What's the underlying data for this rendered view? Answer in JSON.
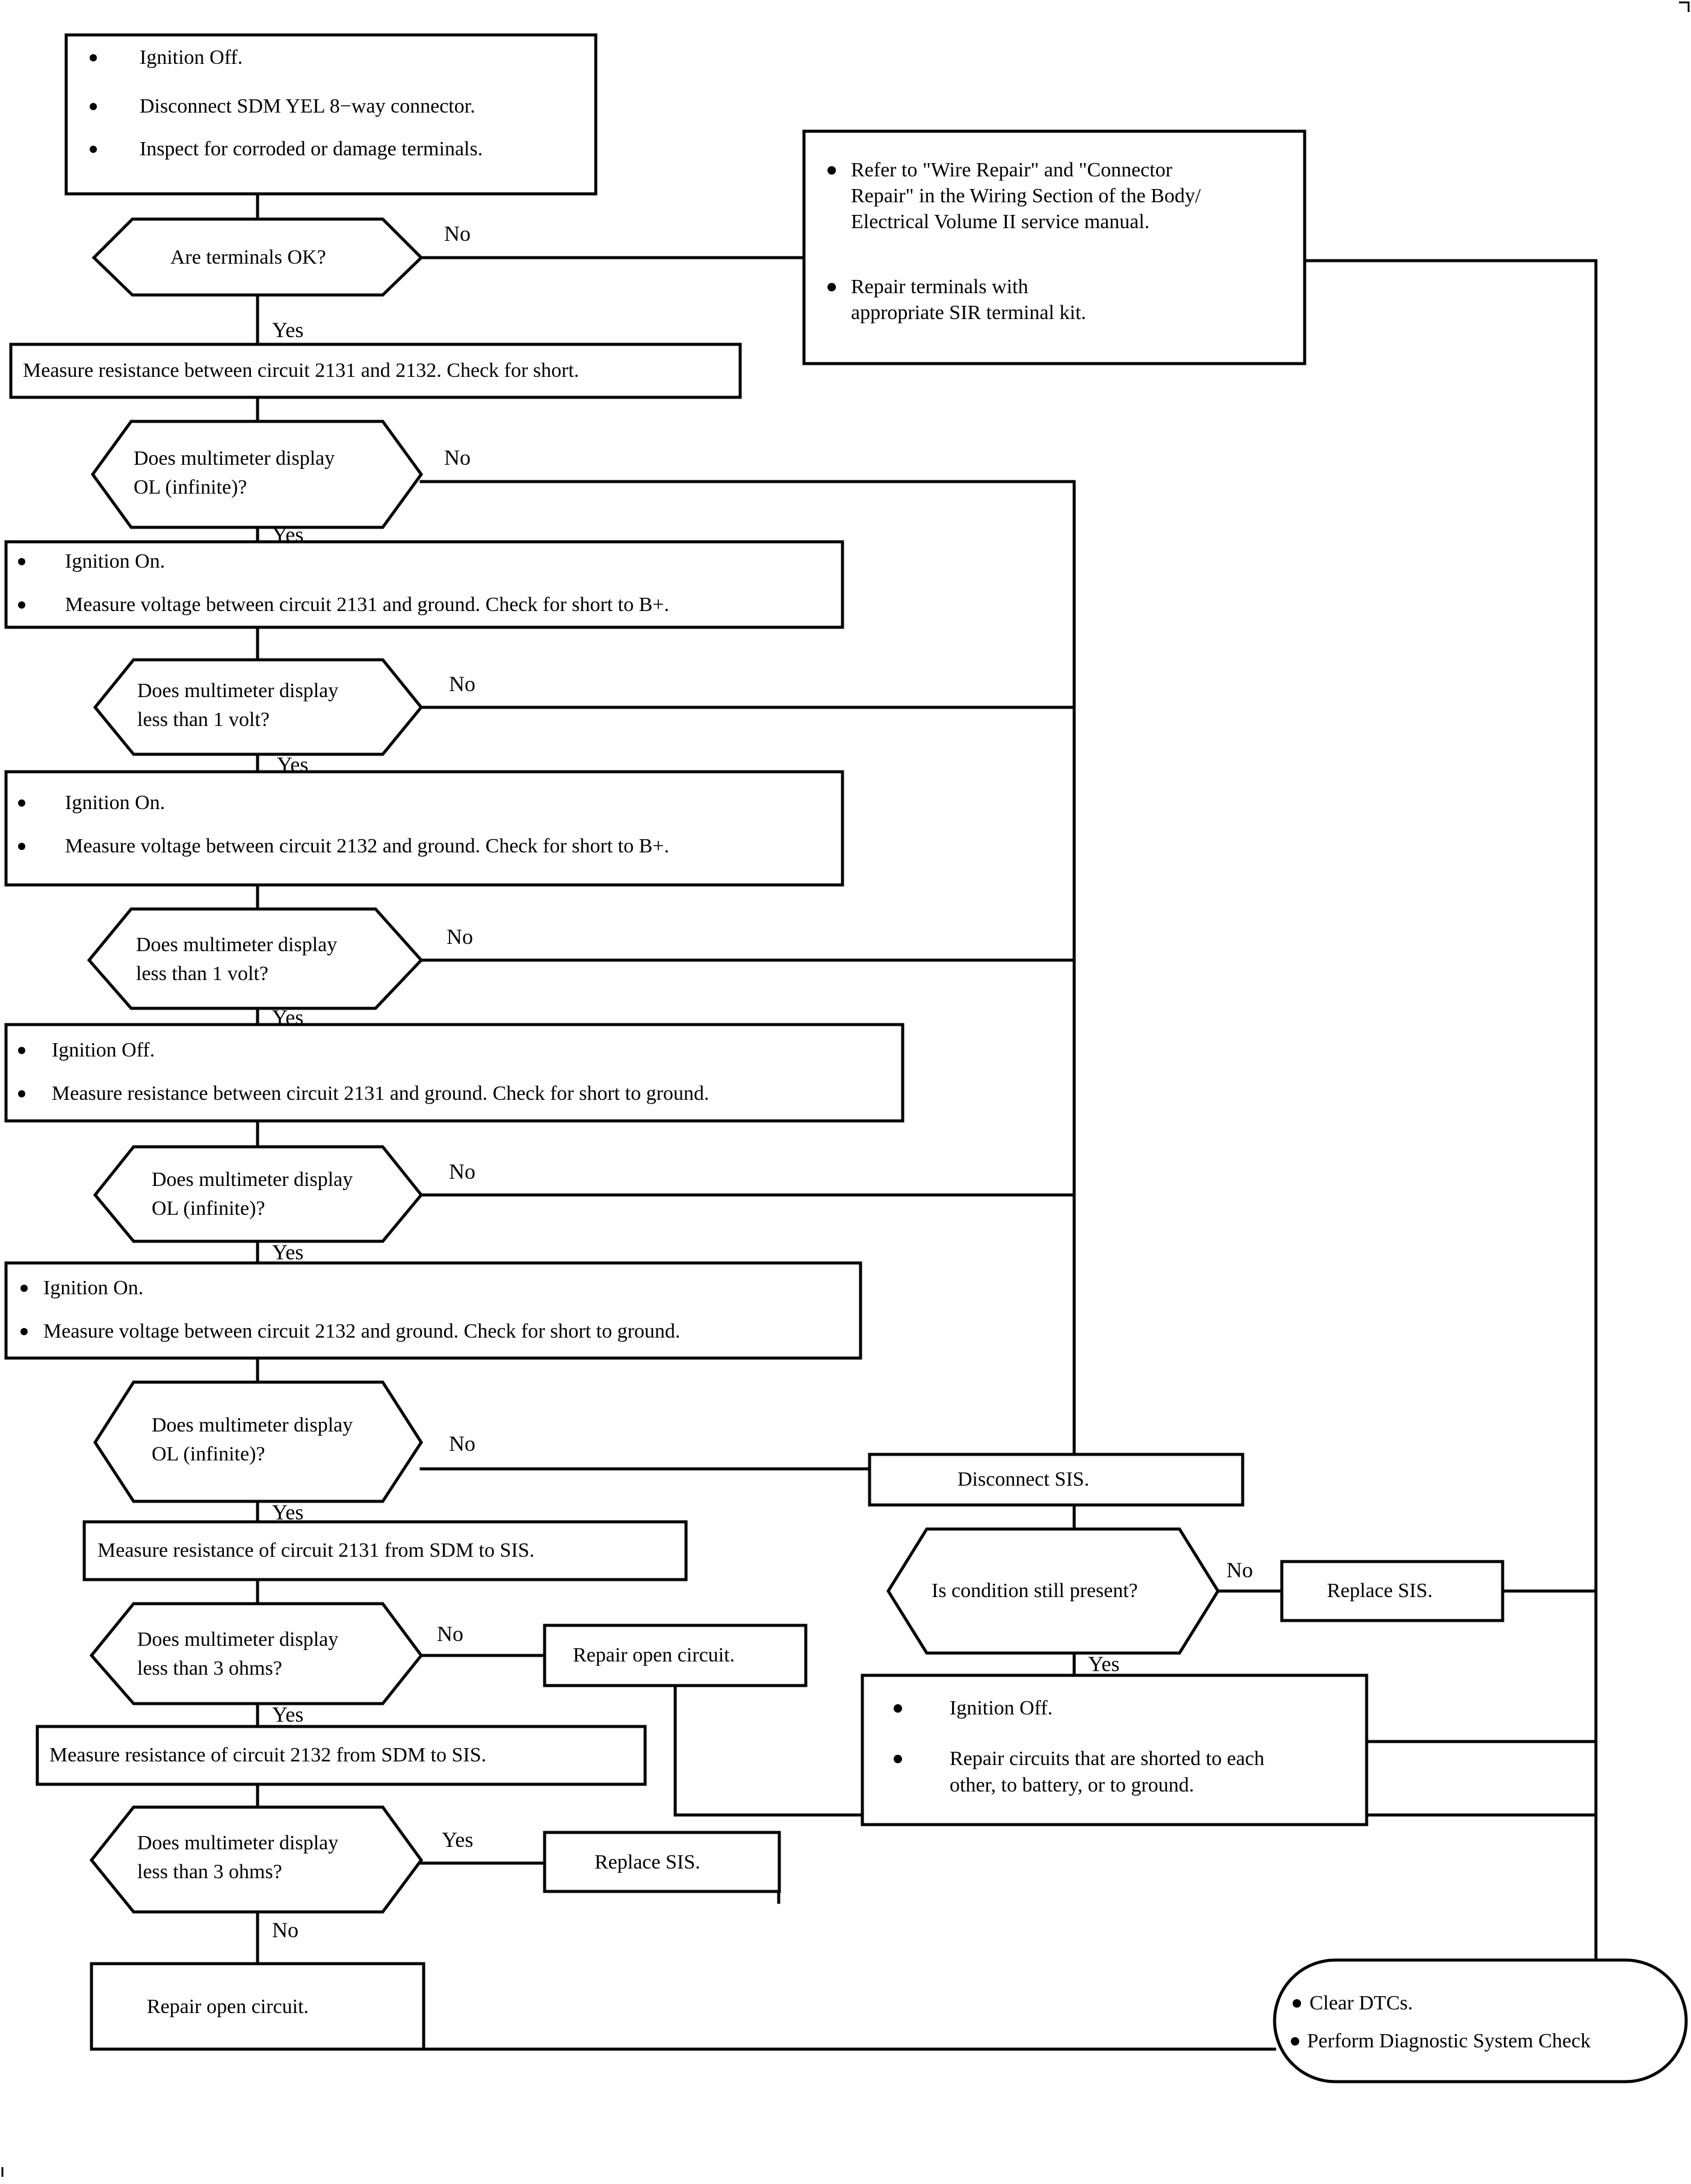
{
  "document": {
    "kind": "diagnostic-flowchart",
    "title": "SIR Circuit 2131 / 2132 Diagnostic Flowchart",
    "colors": {
      "ink": "#000000",
      "paper": "#ffffff"
    }
  },
  "labels": {
    "yes": "Yes",
    "no": "No"
  },
  "nodes": {
    "n1_start": {
      "shape": "process",
      "bullets": [
        "Ignition Off.",
        "Disconnect SDM YEL 8−way connector.",
        "Inspect for corroded or damage terminals."
      ]
    },
    "n2_terminals_ok": {
      "shape": "decision",
      "lines": [
        "Are terminals OK?"
      ]
    },
    "n3_repair_terminals": {
      "shape": "process",
      "bullets": [
        [
          "Refer to \"Wire Repair\" and \"Connector",
          "Repair\" in the Wiring Section of the Body/",
          "Electrical Volume II service manual."
        ],
        [
          "Repair terminals with",
          "appropriate SIR terminal kit."
        ]
      ]
    },
    "n4_measure_2131_2132": {
      "shape": "process",
      "lines": [
        "Measure resistance between circuit 2131 and 2132.  Check for short."
      ]
    },
    "n5_ol_infinite_a": {
      "shape": "decision",
      "lines": [
        "Does multimeter display",
        "OL (infinite)?"
      ]
    },
    "n6_ign_on_2131_volts": {
      "shape": "process",
      "bullets": [
        "Ignition On.",
        "Measure voltage between circuit 2131 and ground.  Check for short to B+."
      ]
    },
    "n7_less_1_volt_a": {
      "shape": "decision",
      "lines": [
        "Does multimeter display",
        "less than 1 volt?"
      ]
    },
    "n8_ign_on_2132_volts": {
      "shape": "process",
      "bullets": [
        "Ignition On.",
        "Measure voltage between circuit 2132 and ground.  Check for short to B+."
      ]
    },
    "n9_less_1_volt_b": {
      "shape": "decision",
      "lines": [
        "Does multimeter display",
        "less than 1 volt?"
      ]
    },
    "n10_ign_off_2131_res": {
      "shape": "process",
      "bullets": [
        "Ignition Off.",
        "Measure resistance between circuit 2131 and ground.  Check for short to ground."
      ]
    },
    "n11_ol_infinite_b": {
      "shape": "decision",
      "lines": [
        "Does multimeter display",
        "OL (infinite)?"
      ]
    },
    "n12_ign_on_2132_ground": {
      "shape": "process",
      "bullets": [
        "Ignition On.",
        "Measure voltage between circuit 2132 and ground.  Check for short to ground."
      ]
    },
    "n13_ol_infinite_c": {
      "shape": "decision",
      "lines": [
        "Does multimeter display",
        "OL (infinite)?"
      ]
    },
    "n14_measure_2131_sdm_sis": {
      "shape": "process",
      "lines": [
        "Measure resistance of circuit 2131 from  SDM to SIS."
      ]
    },
    "n15_less_3_ohms_a": {
      "shape": "decision",
      "lines": [
        "Does multimeter display",
        "less than 3 ohms?"
      ]
    },
    "n16_repair_open_a": {
      "shape": "process",
      "lines": [
        "Repair open circuit."
      ]
    },
    "n17_measure_2132_sdm_sis": {
      "shape": "process",
      "lines": [
        "Measure resistance of circuit 2132 from  SDM to SIS."
      ]
    },
    "n18_less_3_ohms_b": {
      "shape": "decision",
      "lines": [
        "Does multimeter display",
        "less than 3 ohms?"
      ]
    },
    "n19_replace_sis_b": {
      "shape": "process",
      "lines": [
        "Replace SIS."
      ]
    },
    "n20_repair_open_b": {
      "shape": "process",
      "lines": [
        "Repair open circuit."
      ]
    },
    "n21_disconnect_sis": {
      "shape": "process",
      "lines": [
        "Disconnect SIS."
      ]
    },
    "n22_condition_present": {
      "shape": "decision",
      "lines": [
        "Is condition still present?"
      ]
    },
    "n23_replace_sis_a": {
      "shape": "process",
      "lines": [
        "Replace SIS."
      ]
    },
    "n24_repair_shorts": {
      "shape": "process",
      "bullets": [
        [
          "Ignition Off."
        ],
        [
          "Repair circuits that are shorted to each",
          "other, to battery, or to ground."
        ]
      ]
    },
    "n25_end": {
      "shape": "terminator",
      "bullets": [
        "Clear DTCs.",
        "Perform Diagnostic System Check"
      ]
    }
  }
}
